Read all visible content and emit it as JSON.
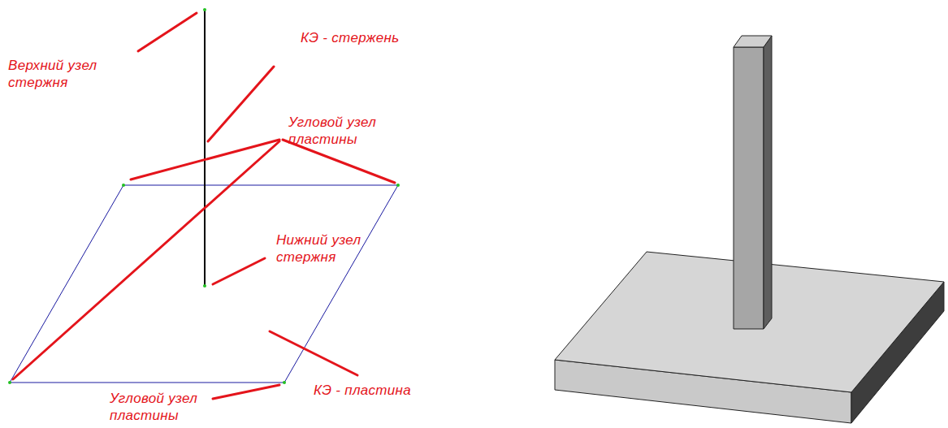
{
  "diagram": {
    "labels": [
      "Верхний узел стержня",
      "КЭ - стержень",
      "Угловой узел пластины",
      "Нижний узел стержня",
      "Угловой узел пластины",
      "КЭ - пластина"
    ]
  }
}
